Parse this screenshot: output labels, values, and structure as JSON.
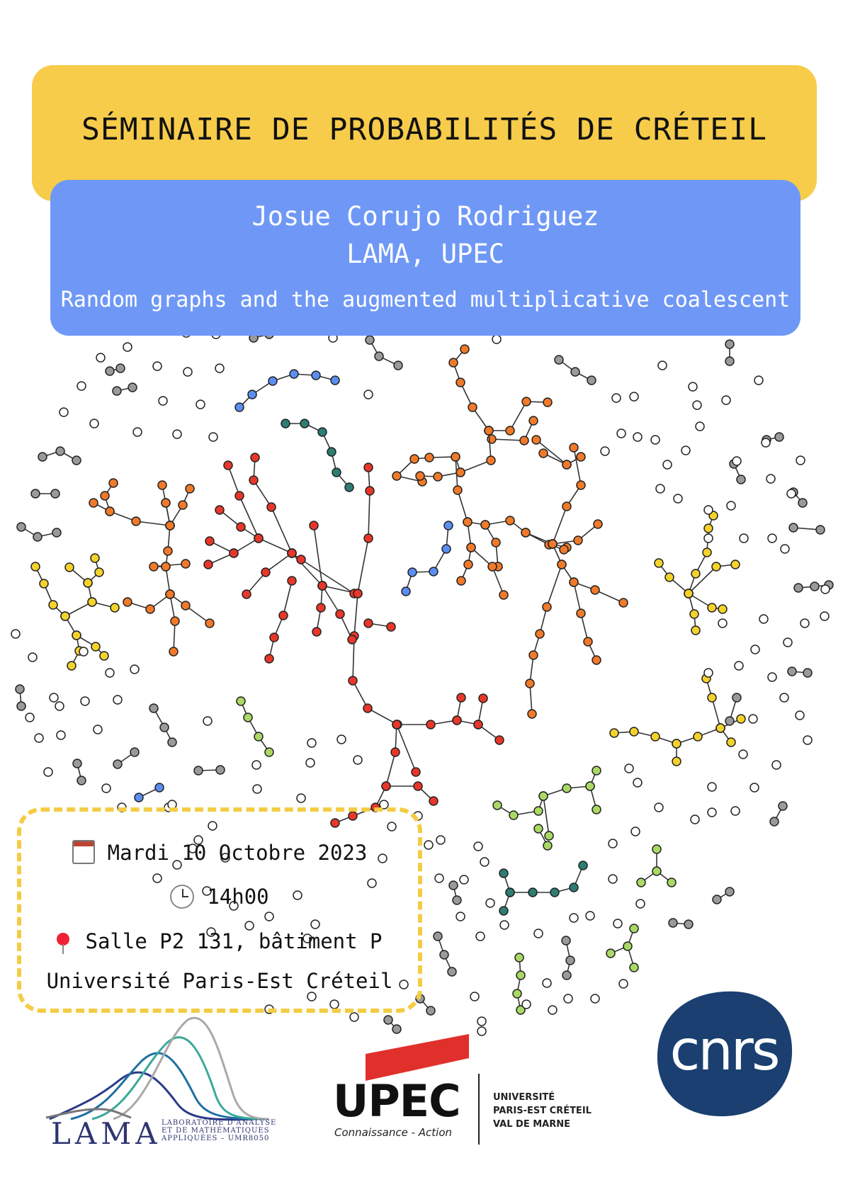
{
  "seminar": {
    "title": "SÉMINAIRE DE PROBABILITÉS DE CRÉTEIL"
  },
  "speaker": {
    "name": "Josue Corujo Rodriguez",
    "affiliation": "LAMA, UPEC",
    "talk_title": "Random graphs and the augmented multiplicative coalescent"
  },
  "event": {
    "date": "Mardi 10 Octobre 2023",
    "time": "14h00",
    "room": "Salle P2 131, bâtiment P",
    "university": "Université Paris-Est Créteil",
    "date_icon": "calendar-icon",
    "time_icon": "clock-icon",
    "location_icon": "pin-icon"
  },
  "logos": {
    "lama": {
      "acronym": "LAMA",
      "subtitle_lines": [
        "LABORATOIRE D'ANALYSE",
        "ET DE MATHÉMATIQUES",
        "APPLIQUÉES – UMR8050"
      ]
    },
    "upec": {
      "word": "UPEC",
      "tagline": "Connaissance - Action",
      "side_lines": [
        "UNIVERSITÉ",
        "PARIS-EST CRÉTEIL",
        "VAL DE MARNE"
      ]
    },
    "cnrs": {
      "word": "cnrs"
    }
  },
  "colors": {
    "title_box": "#f6cc4a",
    "speaker_box": "#6f98f6",
    "info_border": "#f4cc44",
    "node_red": "#e8372a",
    "node_orange": "#f07a2a",
    "node_yellow": "#f4d22c",
    "node_green": "#a9d964",
    "node_teal": "#2e7d72",
    "node_blue": "#5b8ef0",
    "node_gray": "#9a9a9a",
    "cnrs_blue": "#1a3f70"
  }
}
